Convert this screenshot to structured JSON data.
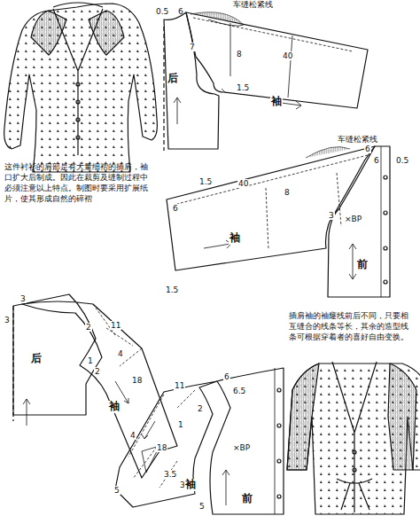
{
  "diagram": {
    "labels": [
      "车缝松紧线",
      "0.5",
      "6",
      "7",
      "8",
      "40",
      "后",
      "1.5",
      "袖",
      "车缝松紧线",
      "6",
      "6",
      "0.5",
      "40",
      "8",
      "6",
      "1.5",
      "3",
      "×BP",
      "袖",
      "前",
      "1.5",
      "这件衬衫的肩部是有大量细褶的插肩，袖口扩大后制成。因此在裁剪及缝制过程中必须注意以上特点。制图时要采用扩展纸片，使其形成自然的碎褶",
      "3",
      "3",
      "2",
      "11",
      "后",
      "4",
      "1",
      "2",
      "18",
      "袖",
      "11",
      "6",
      "6.5",
      "2",
      "1",
      "4",
      "18",
      "3.5",
      "3",
      "×BP",
      "5",
      "5",
      "袖",
      "前",
      "插肩袖的袖窿线前后不同，只要相互缝合的线条等长，其余的造型线条可根据穿着者的喜好自由变换。"
    ]
  }
}
